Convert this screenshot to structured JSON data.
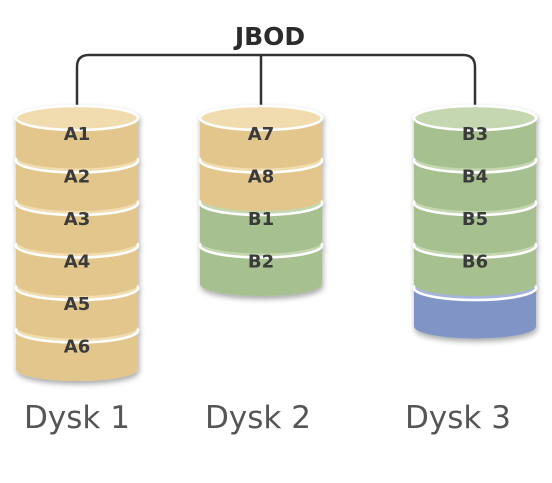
{
  "title": "JBOD",
  "colors": {
    "tan_body": "#e3c68c",
    "tan_top": "#f0dcae",
    "green_body": "#a6c08f",
    "green_top": "#c4d7b0",
    "blue_body": "#8194c6",
    "blue_top": "#a6b4db",
    "connector": "#333333",
    "separator": "#ffffff"
  },
  "disks": [
    {
      "label": "Dysk 1",
      "segments": [
        {
          "label": "A1",
          "color": "tan"
        },
        {
          "label": "A2",
          "color": "tan"
        },
        {
          "label": "A3",
          "color": "tan"
        },
        {
          "label": "A4",
          "color": "tan"
        },
        {
          "label": "A5",
          "color": "tan"
        },
        {
          "label": "A6",
          "color": "tan"
        }
      ]
    },
    {
      "label": "Dysk 2",
      "segments": [
        {
          "label": "A7",
          "color": "tan"
        },
        {
          "label": "A8",
          "color": "tan"
        },
        {
          "label": "B1",
          "color": "green"
        },
        {
          "label": "B2",
          "color": "green"
        }
      ]
    },
    {
      "label": "Dysk 3",
      "segments": [
        {
          "label": "B3",
          "color": "green"
        },
        {
          "label": "B4",
          "color": "green"
        },
        {
          "label": "B5",
          "color": "green"
        },
        {
          "label": "B6",
          "color": "green"
        },
        {
          "label": "",
          "color": "blue"
        }
      ]
    }
  ]
}
